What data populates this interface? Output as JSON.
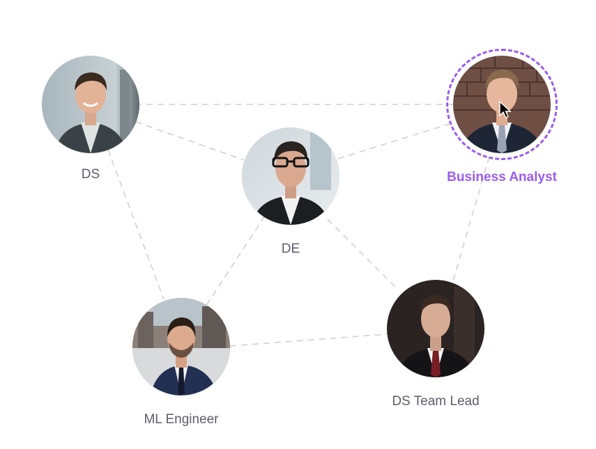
{
  "nodes": [
    {
      "id": "ds",
      "label": "DS",
      "selected": false
    },
    {
      "id": "de",
      "label": "DE",
      "selected": false
    },
    {
      "id": "ba",
      "label": "Business Analyst",
      "selected": true
    },
    {
      "id": "ml",
      "label": "ML Engineer",
      "selected": false
    },
    {
      "id": "lead",
      "label": "DS Team Lead",
      "selected": false
    }
  ],
  "edges": [
    [
      "ds",
      "ba"
    ],
    [
      "ds",
      "de"
    ],
    [
      "ds",
      "ml"
    ],
    [
      "de",
      "ba"
    ],
    [
      "de",
      "ml"
    ],
    [
      "de",
      "lead"
    ],
    [
      "ba",
      "lead"
    ],
    [
      "ml",
      "lead"
    ]
  ],
  "colors": {
    "selected_accent": "#9a5cf0",
    "label_text": "#5c5c6e",
    "edge": "#cfcfd6"
  },
  "icons": {
    "cursor": "mouse-pointer-icon"
  }
}
